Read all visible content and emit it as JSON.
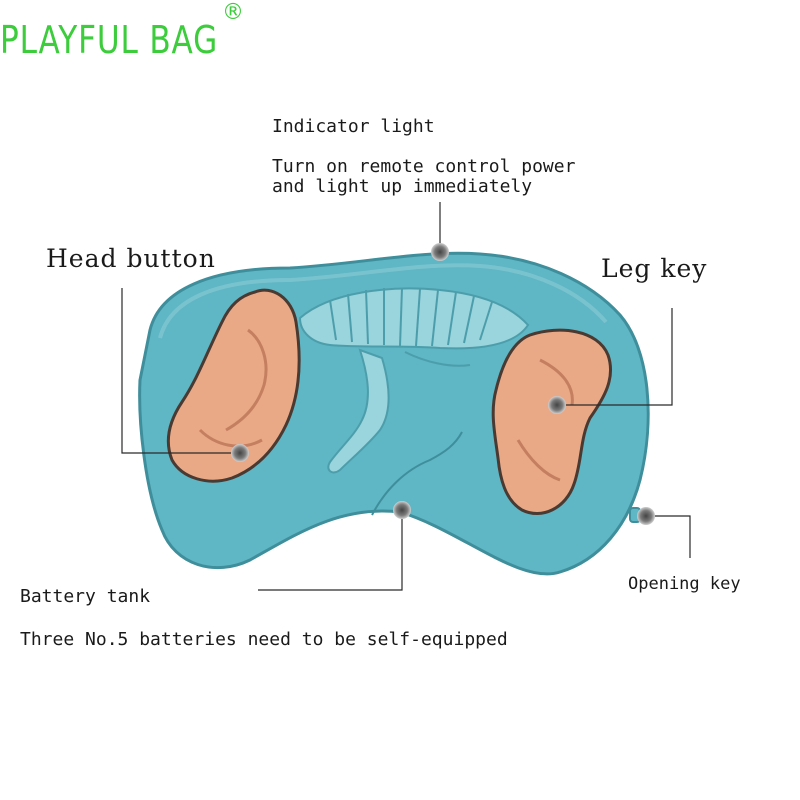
{
  "brand": {
    "name": "PLAYFUL BAG",
    "registered_mark": "®"
  },
  "labels": {
    "indicator_title": "Indicator light",
    "indicator_desc_1": "Turn on remote control power",
    "indicator_desc_2": "and light up immediately",
    "head_button": "Head button",
    "leg_key": "Leg key",
    "battery_title": "Battery tank",
    "battery_desc": "Three No.5 batteries need to be self-equipped",
    "opening_key": "Opening key"
  },
  "colors": {
    "body": "#5fb6c4",
    "button": "#e9a987",
    "brand": "#3ccc3c",
    "dot": "#6f6f6f"
  }
}
